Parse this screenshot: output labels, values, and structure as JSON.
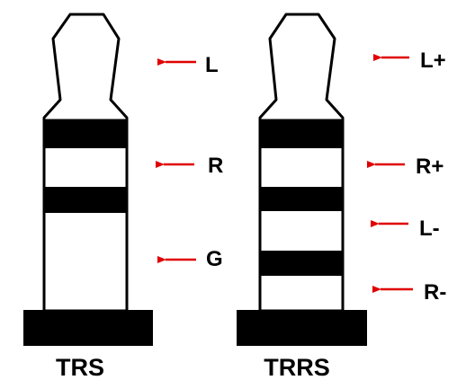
{
  "colors": {
    "outline": "#000000",
    "fill": "#ffffff",
    "band": "#000000",
    "arrow": "#e00000",
    "text": "#000000"
  },
  "plugs": [
    {
      "caption": "TRS",
      "labels": [
        {
          "text": "L",
          "arrow_icon": "left-arrow-icon"
        },
        {
          "text": "R",
          "arrow_icon": "left-arrow-icon"
        },
        {
          "text": "G",
          "arrow_icon": "left-arrow-icon"
        }
      ]
    },
    {
      "caption": "TRRS",
      "labels": [
        {
          "text": "L+",
          "arrow_icon": "left-arrow-icon"
        },
        {
          "text": "R+",
          "arrow_icon": "left-arrow-icon"
        },
        {
          "text": "L-",
          "arrow_icon": "left-arrow-icon"
        },
        {
          "text": "R-",
          "arrow_icon": "left-arrow-icon"
        }
      ]
    }
  ]
}
